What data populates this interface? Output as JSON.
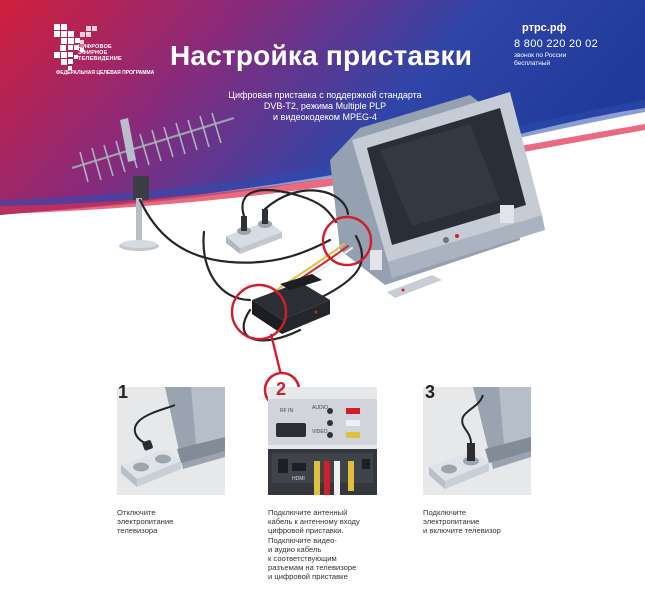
{
  "logo": {
    "lines": [
      "ЦИФРОВОЕ",
      "ЭФИРНОЕ",
      "ТЕЛЕВИДЕНИЕ"
    ],
    "subline": "ФЕДЕРАЛЬНАЯ ЦЕЛЕВАЯ ПРОГРАММА"
  },
  "header": {
    "title": "Настройка приставки",
    "site": "ртрс.рф",
    "phone": "8 800 220 20 02",
    "phone_note_lines": [
      "звонок по России",
      "бесплатный"
    ]
  },
  "subtitle_lines": [
    "Цифровая приставка с поддержкой стандарта",
    "DVB-T2, режима Multiple PLP",
    "и видеокодеком MPEG-4"
  ],
  "panel2_labels": {
    "audio": "AUDIO",
    "video": "VIDEO",
    "rf_in": "RF IN",
    "hdmi": "HDMI"
  },
  "steps": [
    {
      "number": "1",
      "caption_lines": [
        "Отключите",
        "электропитание",
        "телевизора"
      ]
    },
    {
      "number": "2",
      "caption_lines": [
        "Подключите антенный",
        "кабель к антенному входу",
        "цифровой приставки.",
        "Подключите видео-",
        "и аудио кабель",
        "к соответствующим",
        "разъемам на телевизоре",
        "и цифровой приставке"
      ]
    },
    {
      "number": "3",
      "caption_lines": [
        "Подключите",
        "электропитание",
        "и включите телевизор"
      ]
    }
  ],
  "colors": {
    "banner_blue": "#2a3fa0",
    "banner_red": "#d8203a",
    "callout_red": "#d21d2d",
    "tv_gray": "#a9b2c0"
  }
}
